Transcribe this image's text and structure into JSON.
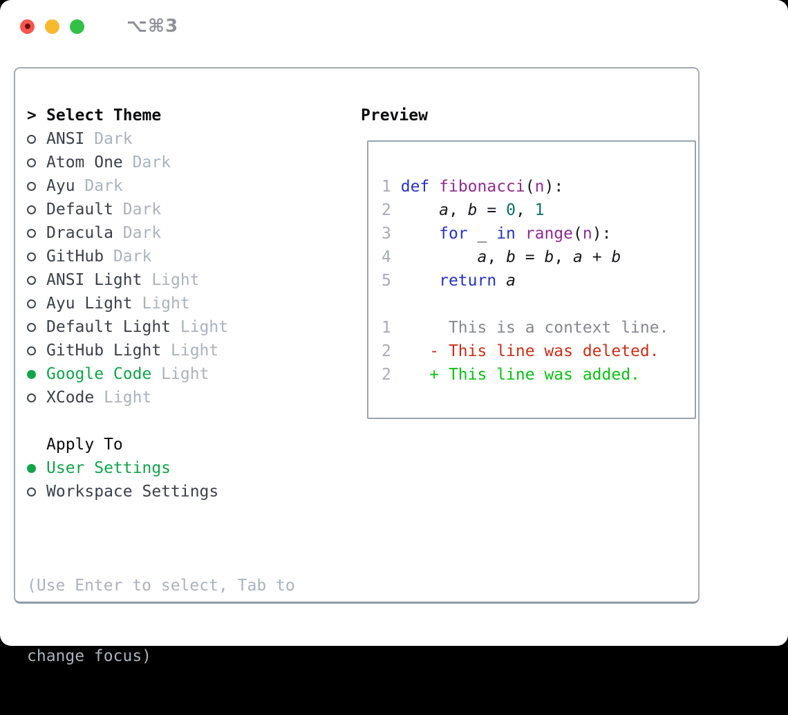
{
  "window": {
    "title_shortcut": "⌥⌘3"
  },
  "theme_panel": {
    "header": {
      "prompt": ">",
      "label": "Select Theme"
    },
    "themes": [
      {
        "name": "ANSI",
        "tag": "Dark",
        "selected": false
      },
      {
        "name": "Atom One",
        "tag": "Dark",
        "selected": false
      },
      {
        "name": "Ayu",
        "tag": "Dark",
        "selected": false
      },
      {
        "name": "Default",
        "tag": "Dark",
        "selected": false
      },
      {
        "name": "Dracula",
        "tag": "Dark",
        "selected": false
      },
      {
        "name": "GitHub",
        "tag": "Dark",
        "selected": false
      },
      {
        "name": "ANSI Light",
        "tag": "Light",
        "selected": false
      },
      {
        "name": "Ayu Light",
        "tag": "Light",
        "selected": false
      },
      {
        "name": "Default Light",
        "tag": "Light",
        "selected": false
      },
      {
        "name": "GitHub Light",
        "tag": "Light",
        "selected": false
      },
      {
        "name": "Google Code",
        "tag": "Light",
        "selected": true
      },
      {
        "name": "XCode",
        "tag": "Light",
        "selected": false
      }
    ],
    "apply_to": {
      "label": "Apply To",
      "options": [
        {
          "name": "User Settings",
          "selected": true
        },
        {
          "name": "Workspace Settings",
          "selected": false
        }
      ]
    },
    "help": {
      "line1": "(Use Enter to select, Tab to",
      "line2": "change focus)"
    }
  },
  "preview": {
    "label": "Preview",
    "gutter_gap": " ",
    "code_lines": [
      {
        "num": "1",
        "segs": [
          {
            "c": "kw",
            "t": "def"
          },
          {
            "c": "pl",
            "t": " "
          },
          {
            "c": "fn",
            "t": "fibonacci"
          },
          {
            "c": "pl",
            "t": "("
          },
          {
            "c": "fn",
            "t": "n"
          },
          {
            "c": "pl",
            "t": "):"
          }
        ]
      },
      {
        "num": "2",
        "segs": [
          {
            "c": "pl",
            "t": "    "
          },
          {
            "c": "vr",
            "t": "a"
          },
          {
            "c": "pl",
            "t": ", "
          },
          {
            "c": "vr",
            "t": "b"
          },
          {
            "c": "pl",
            "t": " = "
          },
          {
            "c": "nm",
            "t": "0"
          },
          {
            "c": "pl",
            "t": ", "
          },
          {
            "c": "nm",
            "t": "1"
          }
        ]
      },
      {
        "num": "3",
        "segs": [
          {
            "c": "pl",
            "t": "    "
          },
          {
            "c": "kw",
            "t": "for"
          },
          {
            "c": "pl",
            "t": " _ "
          },
          {
            "c": "kw",
            "t": "in"
          },
          {
            "c": "pl",
            "t": " "
          },
          {
            "c": "fn",
            "t": "range"
          },
          {
            "c": "pl",
            "t": "("
          },
          {
            "c": "fn",
            "t": "n"
          },
          {
            "c": "pl",
            "t": "):"
          }
        ]
      },
      {
        "num": "4",
        "segs": [
          {
            "c": "pl",
            "t": "        "
          },
          {
            "c": "vr",
            "t": "a"
          },
          {
            "c": "pl",
            "t": ", "
          },
          {
            "c": "vr",
            "t": "b"
          },
          {
            "c": "pl",
            "t": " = "
          },
          {
            "c": "vr",
            "t": "b"
          },
          {
            "c": "pl",
            "t": ", "
          },
          {
            "c": "vr",
            "t": "a"
          },
          {
            "c": "pl",
            "t": " + "
          },
          {
            "c": "vr",
            "t": "b"
          }
        ]
      },
      {
        "num": "5",
        "segs": [
          {
            "c": "pl",
            "t": "    "
          },
          {
            "c": "kw",
            "t": "return"
          },
          {
            "c": "pl",
            "t": " "
          },
          {
            "c": "vr",
            "t": "a"
          }
        ]
      }
    ],
    "diff_lines": [
      {
        "num": "1",
        "kind": "context",
        "text": "     This is a context line."
      },
      {
        "num": "2",
        "kind": "deleted",
        "text": "   - This line was deleted."
      },
      {
        "num": "2",
        "kind": "added",
        "text": "   + This line was added."
      }
    ]
  },
  "colors": {
    "accent_green": "#12a44a",
    "keyword_blue": "#2633c7",
    "function_purple": "#8f2b90",
    "number_teal": "#0c6f66",
    "variable_black": "#17191d",
    "line_number_gray": "#a3adbb",
    "context_gray": "#85898f",
    "deleted_red": "#ce2d16",
    "added_green": "#09c113",
    "theme_name_dark": "#3a414b",
    "tag_gray": "#a9b3bf",
    "header_black": "#0b0c0e",
    "border_gray": "#9aa3ae",
    "panel_border": "#a2abb6",
    "panel_border_bottom": "#8d99a7",
    "title_gray": "#8e9298",
    "traffic_red": "#f4574e",
    "traffic_red_dot": "#6e0f0a",
    "traffic_yellow": "#f7ba2f",
    "traffic_green": "#32c147"
  }
}
